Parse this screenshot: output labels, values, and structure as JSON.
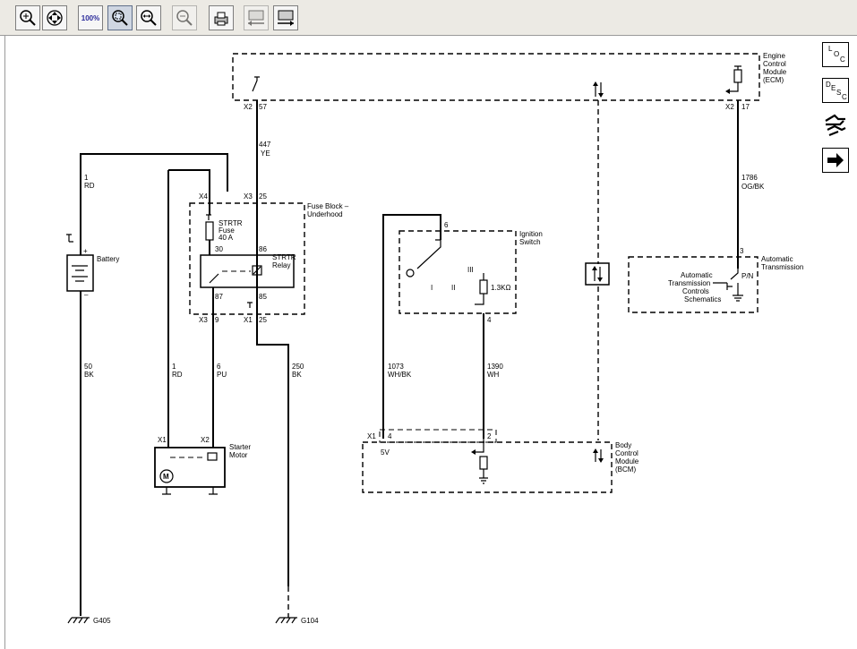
{
  "toolbar": {
    "buttons": [
      {
        "icon": "zoom-in-icon"
      },
      {
        "icon": "pan-icon"
      },
      {
        "icon": "zoom-100-icon",
        "label": "100%"
      },
      {
        "icon": "zoom-window-icon"
      },
      {
        "icon": "zoom-fit-icon"
      },
      {
        "icon": "zoom-out-icon"
      },
      {
        "icon": "print-icon"
      },
      {
        "icon": "previous-page-icon"
      },
      {
        "icon": "next-page-icon"
      }
    ]
  },
  "side_buttons": {
    "loc": {
      "l1": "L",
      "l2": "O",
      "l3": "C"
    },
    "desc": {
      "l1": "D",
      "l2": "E",
      "l3": "S",
      "l4": "C"
    }
  },
  "modules": {
    "ecm": {
      "line1": "Engine",
      "line2": "Control",
      "line3": "Module",
      "line4": "(ECM)"
    },
    "fuse_block": {
      "line1": "Fuse Block –",
      "line2": "Underhood"
    },
    "ignition": {
      "line1": "Ignition",
      "line2": "Switch"
    },
    "bcm": {
      "line1": "Body",
      "line2": "Control",
      "line3": "Module",
      "line4": "(BCM)"
    },
    "auto_trans": {
      "line1": "Automatic",
      "line2": "Transmission"
    },
    "trans_controls": {
      "line1": "Automatic",
      "line2": "Transmission",
      "line3": "Controls",
      "line4": "Schematics"
    },
    "battery": "Battery",
    "starter": {
      "line1": "Starter",
      "line2": "Motor"
    },
    "motor": "M"
  },
  "components": {
    "fuse": {
      "line1": "STRTR",
      "line2": "Fuse",
      "line3": "40 A"
    },
    "relay": {
      "line1": "STRTR",
      "line2": "Relay"
    },
    "resistor": "1.3KΩ",
    "pn": "P/N",
    "five_v": "5V",
    "plus": "+",
    "minus": "–"
  },
  "connectors": {
    "ecm_x2_57": {
      "c": "X2",
      "p": "57"
    },
    "ecm_x2_17": {
      "c": "X2",
      "p": "17"
    },
    "fb_x4": "X4",
    "fb_x3_25": {
      "c": "X3",
      "p": "25"
    },
    "fb_x3_9": {
      "c": "X3",
      "p": "9"
    },
    "fb_x1_25": {
      "c": "X1",
      "p": "25"
    },
    "relay_30": "30",
    "relay_86": "86",
    "relay_87": "87",
    "relay_85": "85",
    "ign_6": "6",
    "ign_4": "4",
    "bcm_x1": "X1",
    "bcm_4": "4",
    "bcm_2": "2",
    "at_3": "3",
    "st_x1": "X1",
    "st_x2": "X2",
    "ign_pos": {
      "p1": "I",
      "p2": "II",
      "p3": "III"
    }
  },
  "wires": {
    "w447": {
      "num": "447",
      "color": "YE"
    },
    "w1786": {
      "num": "1786",
      "color": "OG/BK"
    },
    "w1_top": {
      "num": "1",
      "color": "RD"
    },
    "w50": {
      "num": "50",
      "color": "BK"
    },
    "w1_mid": {
      "num": "1",
      "color": "RD"
    },
    "w6": {
      "num": "6",
      "color": "PU"
    },
    "w250": {
      "num": "250",
      "color": "BK"
    },
    "w1073": {
      "num": "1073",
      "color": "WH/BK"
    },
    "w1390": {
      "num": "1390",
      "color": "WH"
    }
  },
  "grounds": {
    "g405": "G405",
    "g104": "G104"
  }
}
